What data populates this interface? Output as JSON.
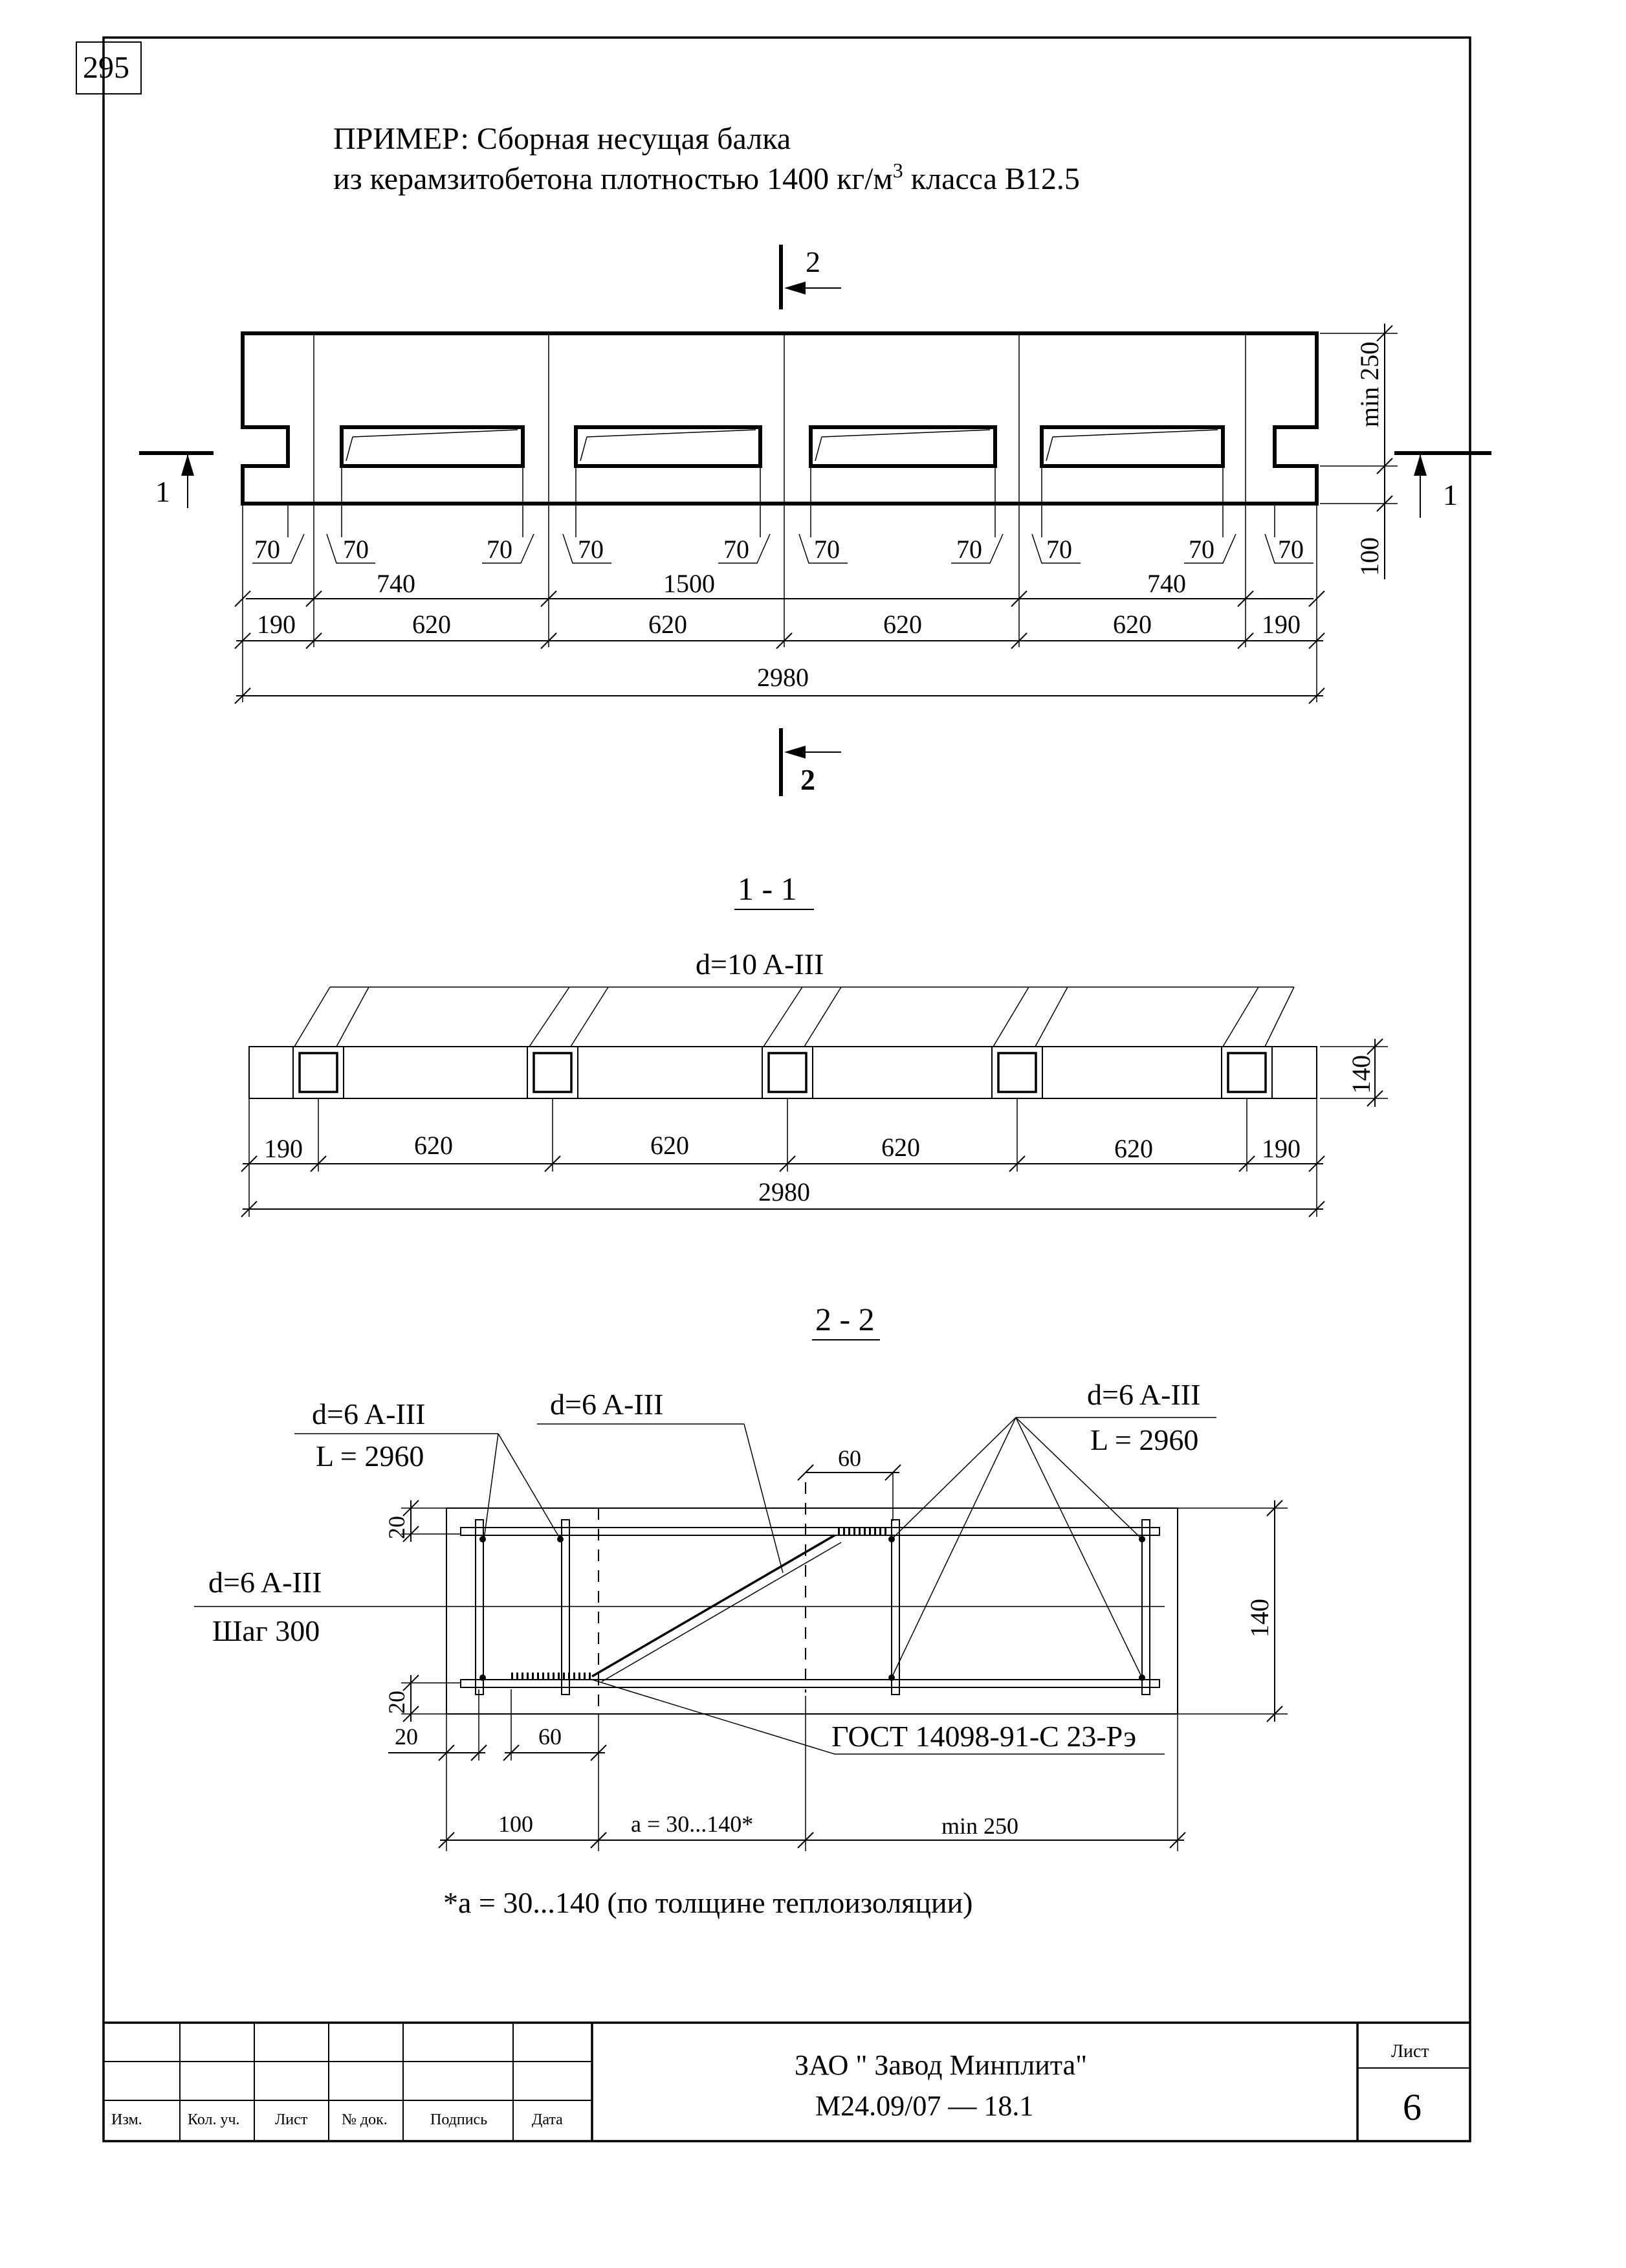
{
  "page_number": "295",
  "title": {
    "line1": "ПРИМЕР: Сборная несущая балка",
    "line2_prefix": "из керамзитобетона плотностью 1400 кг/м",
    "line2_sup": "3",
    "line2_suffix": " класса В12.5"
  },
  "elevation": {
    "section_marks": {
      "top": "2",
      "bottom": "2",
      "left": "1",
      "right": "1"
    },
    "notch_dims": [
      "70",
      "70",
      "70",
      "70",
      "70",
      "70",
      "70",
      "70",
      "70",
      "70"
    ],
    "opening_spans": [
      "740",
      "1500",
      "740"
    ],
    "module_dims": [
      "190",
      "620",
      "620",
      "620",
      "620",
      "190"
    ],
    "total": "2980",
    "height_top": "min 250",
    "height_bottom": "100"
  },
  "section_1_1": {
    "title": "1 - 1",
    "rebar_label": "d=10 A-III",
    "thickness": "140",
    "module_dims": [
      "190",
      "620",
      "620",
      "620",
      "620",
      "190"
    ],
    "total": "2980"
  },
  "section_2_2": {
    "title": "2 - 2",
    "label_top_left_1": "d=6 A-III",
    "label_top_left_2": "L = 2960",
    "label_top_mid": "d=6 A-III",
    "label_top_right_1": "d=6 A-III",
    "label_top_right_2": "L = 2960",
    "label_left_1": "d=6 A-III",
    "label_left_2": "Шаг 300",
    "dim_60_top": "60",
    "dim_20_top": "20",
    "dim_20_bottom": "20",
    "dim_140": "140",
    "dim_20_horizontal": "20",
    "dim_60_bottom": "60",
    "gost": "ГОСТ 14098-91-С 23-Рэ",
    "dim_100": "100",
    "dim_a": "a = 30...140*",
    "dim_min250": "min 250"
  },
  "footnote": "*a = 30...140 (по толщине теплоизоляции)",
  "title_block": {
    "headers": [
      "Изм.",
      "Кол. уч.",
      "Лист",
      "№ док.",
      "Подпись",
      "Дата"
    ],
    "company": "ЗАО \" Завод Минплита\"",
    "doc_code": "М24.09/07  —  18.1",
    "sheet_label": "Лист",
    "sheet_number": "6"
  }
}
